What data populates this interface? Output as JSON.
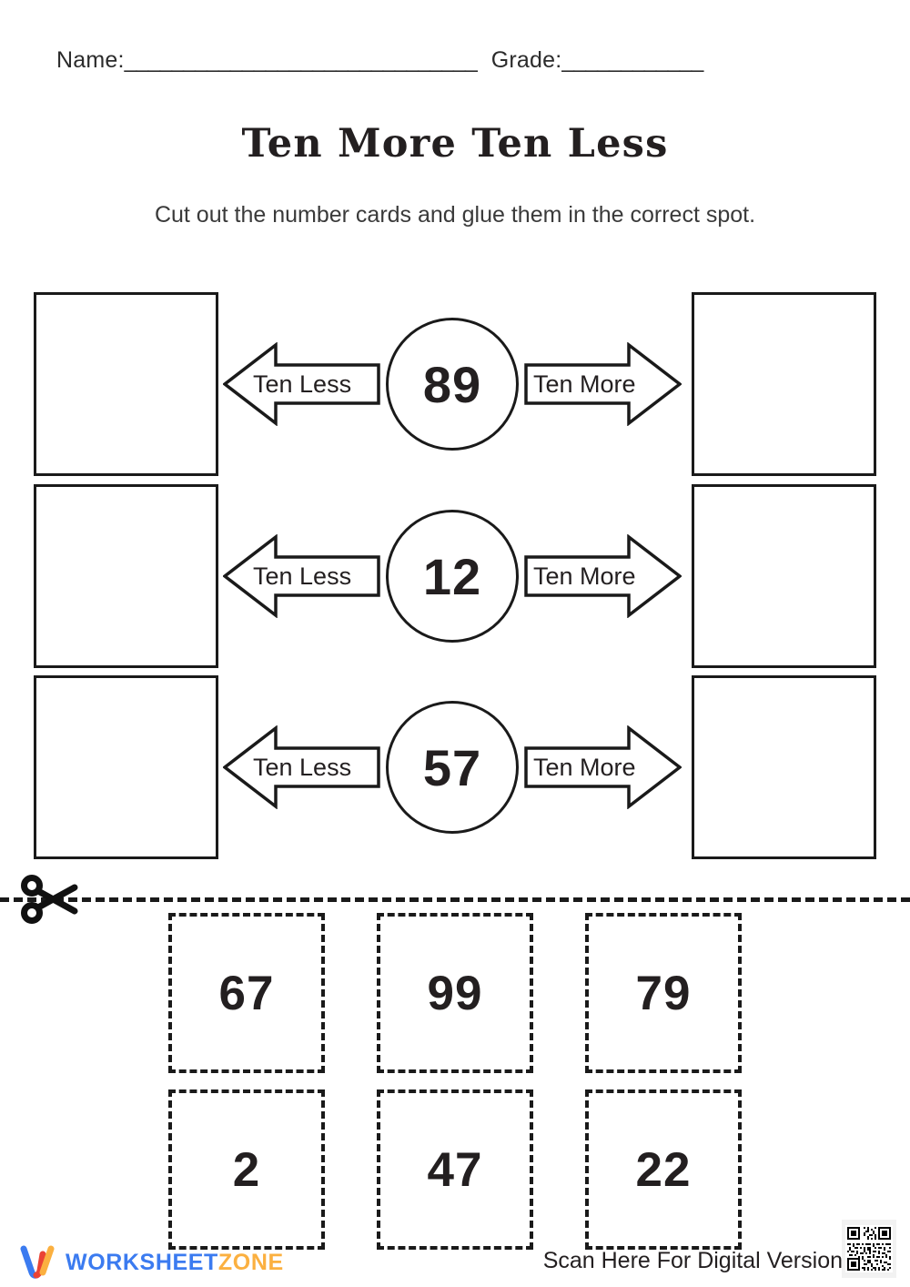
{
  "header": {
    "name_label": "Name:",
    "name_blank": "______________________________",
    "grade_label": "Grade:",
    "grade_blank": "____________"
  },
  "title": "Ten More Ten Less",
  "subtitle": "Cut out the number cards and glue them in the correct spot.",
  "labels": {
    "ten_less": "Ten Less",
    "ten_more": "Ten More"
  },
  "problems": [
    {
      "number": "89",
      "left_answer": "",
      "right_answer": ""
    },
    {
      "number": "12",
      "left_answer": "",
      "right_answer": ""
    },
    {
      "number": "57",
      "left_answer": "",
      "right_answer": ""
    }
  ],
  "cut_line": {
    "icon": "scissors-icon"
  },
  "number_cards": [
    [
      "67",
      "99",
      "79"
    ],
    [
      "2",
      "47",
      "22"
    ]
  ],
  "footer": {
    "logo_part1": "WORKSHEET",
    "logo_part2": "ZONE",
    "scan_text": "Scan Here For Digital Version",
    "qr_alt": "qr-code"
  },
  "colors": {
    "ink": "#231f20",
    "logo_blue": "#3b7bf0",
    "logo_orange": "#fbb040",
    "logo_red": "#ea4335"
  }
}
